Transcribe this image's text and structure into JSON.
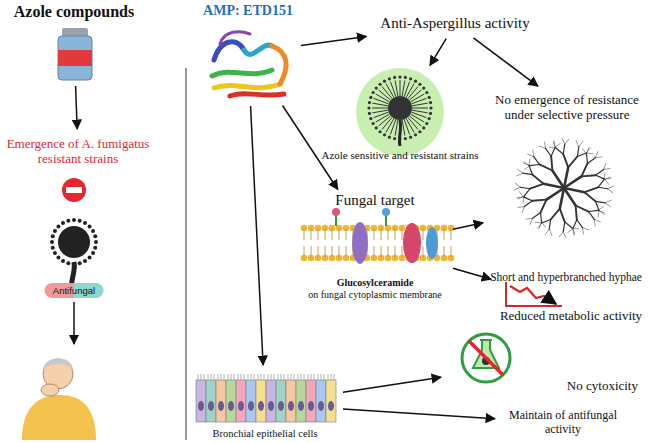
{
  "diagram": {
    "nodes": [
      {
        "text": [
          "Azole compounds"
        ]
      },
      {
        "text": [
          "Emergence of A. fumigatus resistant strains"
        ]
      },
      {
        "text": [
          "AMP: ETD151"
        ]
      },
      {
        "text": [
          "Anti-Aspergillus activity"
        ]
      },
      {
        "text": [
          "Azole sensitive and resistant strains"
        ]
      },
      {
        "text": [
          "No emergence of resistance under selective pressure"
        ]
      },
      {
        "text": [
          "Fungal target",
          "Glucosylceramide",
          "on fungal cytoplasmic membrane"
        ]
      },
      {
        "text": [
          "Short and hyperbranched hyphae"
        ]
      },
      {
        "text": [
          "Reduced metabolic activity"
        ]
      },
      {
        "text": [
          "Bronchial epithelial cells"
        ]
      },
      {
        "text": [
          "No cytoxicity"
        ]
      },
      {
        "text": [
          "Maintain of antifungal activity"
        ]
      }
    ],
    "edges": [
      {
        "from": 0,
        "to": 1,
        "arrow": "to"
      },
      {
        "from": 2,
        "to": 3,
        "arrow": "to"
      },
      {
        "from": 2,
        "to": 6,
        "arrow": "to"
      },
      {
        "from": 2,
        "to": 9,
        "arrow": "to"
      },
      {
        "from": 3,
        "to": 4,
        "arrow": "to"
      },
      {
        "from": 3,
        "to": 5,
        "arrow": "to"
      },
      {
        "from": 6,
        "to": 7,
        "arrow": "to"
      },
      {
        "from": 6,
        "to": 8,
        "arrow": "to"
      },
      {
        "from": 9,
        "to": 10,
        "arrow": "to"
      },
      {
        "from": 9,
        "to": 11,
        "arrow": "to"
      }
    ],
    "labels": [
      "Antifungal"
    ]
  }
}
